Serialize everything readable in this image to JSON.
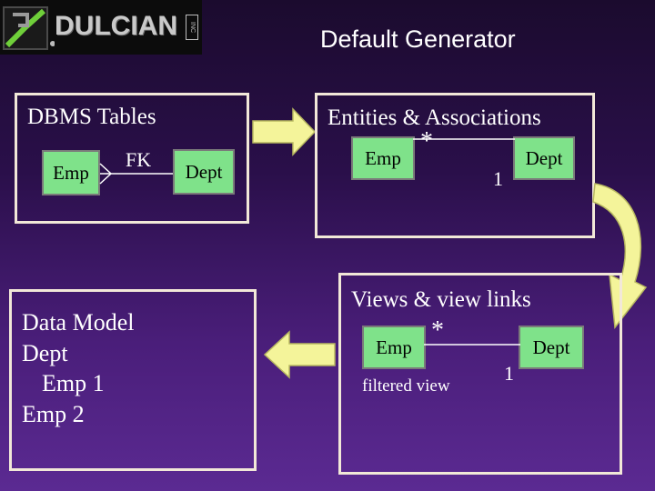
{
  "header": {
    "logo_text": "DULCIAN",
    "logo_suffix": "INC",
    "title": "Default Generator"
  },
  "dbms_panel": {
    "label": "DBMS Tables",
    "left_table": "Emp",
    "relation_label": "FK",
    "right_table": "Dept"
  },
  "entities_panel": {
    "label": "Entities & Associations",
    "left_entity": "Emp",
    "left_cardinality": "*",
    "right_cardinality": "1",
    "right_entity": "Dept"
  },
  "views_panel": {
    "label": "Views & view links",
    "left_view": "Emp",
    "left_cardinality": "*",
    "left_caption": "filtered view",
    "right_cardinality": "1",
    "right_view": "Dept"
  },
  "data_model_panel": {
    "lines": [
      "Data Model",
      "Dept",
      "Emp 1",
      "Emp 2"
    ]
  },
  "colors": {
    "background_top": "#1b0b2e",
    "background_bottom": "#5b2a92",
    "box_fill": "#7fe28a",
    "panel_border": "#f2e8d8",
    "arrow_fill": "#f4f49a"
  }
}
